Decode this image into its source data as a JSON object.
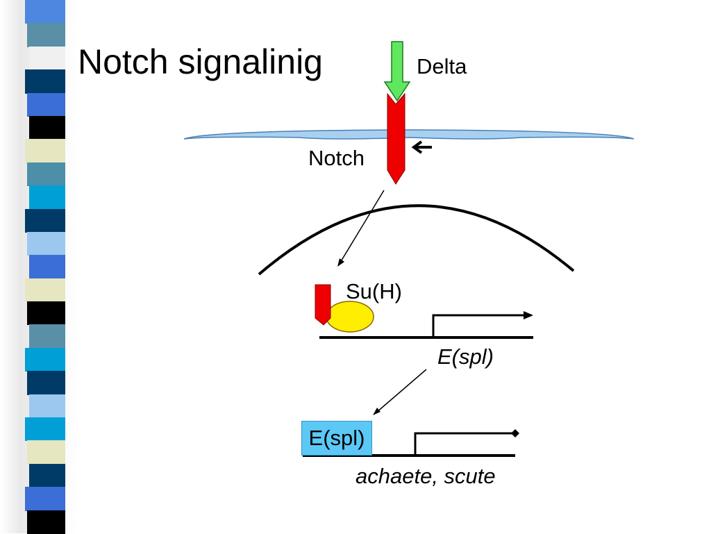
{
  "title": "Notch signalinig",
  "labels": {
    "delta": "Delta",
    "notch": "Notch",
    "suh": "Su(H)",
    "espl_gene": "E(spl)",
    "espl_protein": "E(spl)",
    "target_genes": "achaete, scute"
  },
  "colors": {
    "delta_arrow": "#5fe85f",
    "notch_receptor": "#ee0000",
    "membrane": "#a8d0f0",
    "suh_protein": "#ffee00",
    "espl_box": "#5bc8f5"
  },
  "decoration": {
    "stripe_colors": [
      "#4d87e0",
      "#5a8fa8",
      "#f0f0f0",
      "#003a66",
      "#3b6ed6",
      "#000000",
      "#e6e6c0",
      "#4d8fa8",
      "#00a0d6",
      "#003a66",
      "#9cc8f0",
      "#3b6ed6",
      "#e6e6c0",
      "#000000",
      "#5a8fa8",
      "#00a0d6",
      "#003a66",
      "#9cc8f0",
      "#00a0d6",
      "#e6e6c0",
      "#003a66",
      "#3b6ed6",
      "#000000"
    ]
  }
}
